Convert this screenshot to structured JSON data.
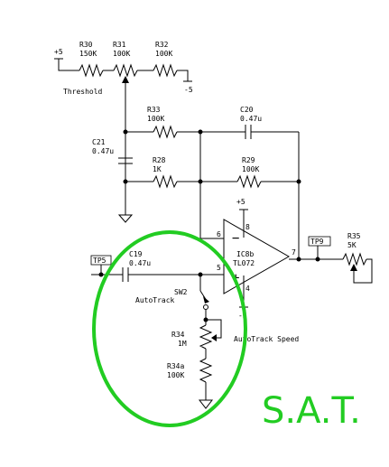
{
  "labels": {
    "rail_plus": "+5",
    "rail_minus": "-5",
    "r30_ref": "R30",
    "r30_val": "150K",
    "r31_ref": "R31",
    "r31_val": "100K",
    "r32_ref": "R32",
    "r32_val": "100K",
    "threshold": "Threshold",
    "r33_ref": "R33",
    "r33_val": "100K",
    "c20_ref": "C20",
    "c20_val": "0.47u",
    "c21_ref": "C21",
    "c21_val": "0.47u",
    "r28_ref": "R28",
    "r28_val": "1K",
    "r29_ref": "R29",
    "r29_val": "100K",
    "c19_ref": "C19",
    "c19_val": "0.47u",
    "tp5": "TP5",
    "tp9": "TP9",
    "r35_ref": "R35",
    "r35_val": "5K",
    "ic_ref": "IC8b",
    "ic_part": "TL072",
    "op_vplus": "+5",
    "op_vminus": "-5",
    "pin6": "6",
    "pin5": "5",
    "pin7": "7",
    "pin8": "8",
    "pin4": "4",
    "minus_sign": "−",
    "plus_sign": "+",
    "sw2_ref": "SW2",
    "sw2_name": "AutoTrack",
    "r34_ref": "R34",
    "r34_val": "1M",
    "r34a_ref": "R34a",
    "r34a_val": "100K",
    "autotrack_speed": "AutoTrack Speed"
  },
  "annotation": {
    "text": "S.A.T.",
    "color": "#22cc22"
  }
}
